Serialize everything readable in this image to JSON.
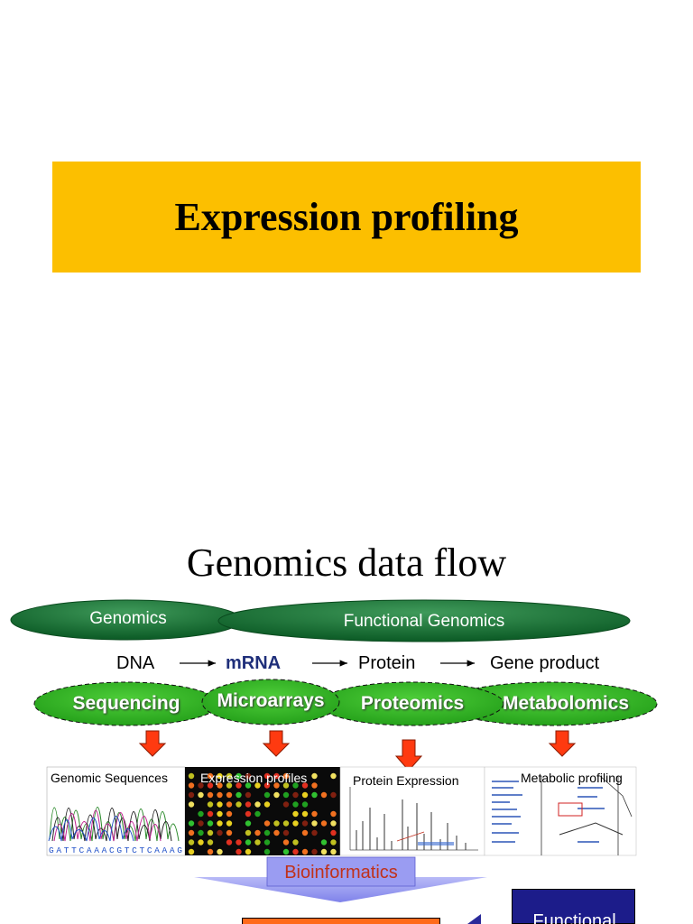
{
  "slide1": {
    "title": "Expression profiling"
  },
  "slide2": {
    "title": "Genomics data flow",
    "ellipses": {
      "genomics": "Genomics",
      "functional_genomics": "Functional Genomics"
    },
    "dogma": [
      "DNA",
      "mRNA",
      "Protein",
      "Gene product"
    ],
    "omics": [
      "Sequencing",
      "Microarrays",
      "Proteomics",
      "Metabolomics"
    ],
    "panels": [
      "Genomic Sequences",
      "Expression profiles",
      "Protein Expression",
      "Metabolic profiling"
    ],
    "sequence_text": "GATTCAAACGTCTCAAAG",
    "bioinformatics": "Bioinformatics",
    "functional_box": "Functional"
  },
  "colors": {
    "title_bar": "#fcbf00",
    "dark_green": "#0f6b2e",
    "bright_green": "#2aa51a",
    "arrow_red": "#ff3a10",
    "funnel_blue": "#8e90f0",
    "navy": "#1c1c8a"
  }
}
